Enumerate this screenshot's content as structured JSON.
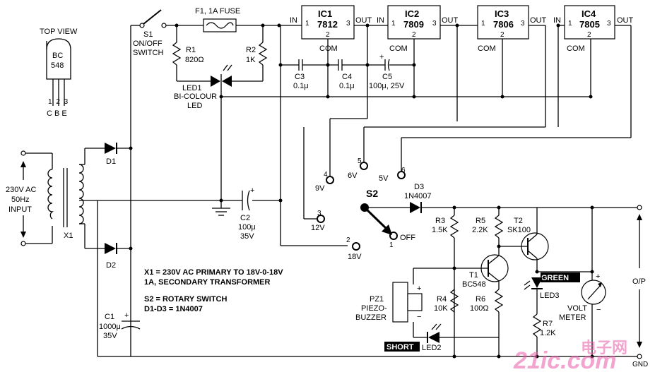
{
  "pinout": {
    "title": "TOP VIEW",
    "part_line1": "BC",
    "part_line2": "548",
    "pins": "1 2 3",
    "pin_names": "C B E"
  },
  "transformer": {
    "input_line1": "230V AC",
    "input_line2": "50Hz",
    "input_line3": "INPUT",
    "name": "X1"
  },
  "switch_s1": {
    "name": "S1",
    "line1": "ON/OFF",
    "line2": "SWITCH"
  },
  "fuse": {
    "label": "F1, 1A FUSE"
  },
  "resistors": {
    "r1_name": "R1",
    "r1_value": "820Ω",
    "r2_name": "R2",
    "r2_value": "1K",
    "r3_name": "R3",
    "r3_value": "1.5K",
    "r4_name": "R4",
    "r4_value": "10K",
    "r5_name": "R5",
    "r5_value": "2.2K",
    "r6_name": "R6",
    "r6_value": "100Ω",
    "r7_name": "R7",
    "r7_value": "1.2K"
  },
  "led1": {
    "line1": "LED1",
    "line2": "BI-COLOUR",
    "line3": "LED"
  },
  "regulators": [
    {
      "name": "IC1",
      "part": "7812",
      "in": "IN",
      "out": "OUT",
      "com": "COM",
      "p1": "1",
      "p2": "2",
      "p3": "3"
    },
    {
      "name": "IC2",
      "part": "7809",
      "in": "IN",
      "out": "OUT",
      "com": "COM",
      "p1": "1",
      "p2": "2",
      "p3": "3"
    },
    {
      "name": "IC3",
      "part": "7806",
      "in": "",
      "out": "OUT",
      "com": "COM",
      "p1": "1",
      "p2": "2",
      "p3": "3"
    },
    {
      "name": "IC4",
      "part": "7805",
      "in": "IN",
      "out": "OUT",
      "com": "COM",
      "p1": "1",
      "p2": "2",
      "p3": "3"
    }
  ],
  "capacitors": {
    "c3_name": "C3",
    "c3_value": "0.1μ",
    "c4_name": "C4",
    "c4_value": "0.1μ",
    "c5_name": "C5",
    "c5_value": "100μ, 25V",
    "c2_name": "C2",
    "c2_value1": "100μ",
    "c2_value2": "35V",
    "c1_name": "C1",
    "c1_value1": "1000μ",
    "c1_value2": "35V"
  },
  "diodes": {
    "d1": "D1",
    "d2": "D2",
    "d3_name": "D3",
    "d3_part": "1N4007"
  },
  "rotary": {
    "name": "S2",
    "pos1": "1",
    "off": "OFF",
    "pos2": "2",
    "v2": "18V",
    "pos3": "3",
    "v3": "12V",
    "pos4": "4",
    "v4": "9V",
    "pos5": "5",
    "v5": "6V",
    "pos6": "6",
    "v6": "5V"
  },
  "transistors": {
    "t1_name": "T1",
    "t1_part": "BC548",
    "t2_name": "T2",
    "t2_part": "SK100"
  },
  "buzzer": {
    "line1": "PZ1",
    "line2": "PIEZO-",
    "line3": "BUZZER",
    "plus": "+",
    "minus": "−"
  },
  "led2": {
    "name": "LED2",
    "tag": "SHORT"
  },
  "led3": {
    "name": "LED3",
    "tag": "GREEN"
  },
  "meter": {
    "line1": "VOLT",
    "line2": "METER",
    "plus": "+",
    "minus": "−"
  },
  "output": {
    "op": "O/P",
    "gnd": "GND"
  },
  "notes": {
    "n1": "X1 = 230V AC PRIMARY  TO 18V-0-18V",
    "n2": "1A,  SECONDARY TRANSFORMER",
    "n3": "S2 = ROTARY SWITCH",
    "n4": "D1-D3 = 1N4007"
  },
  "watermark": {
    "text": "21ic.com",
    "cn": "电子网"
  }
}
